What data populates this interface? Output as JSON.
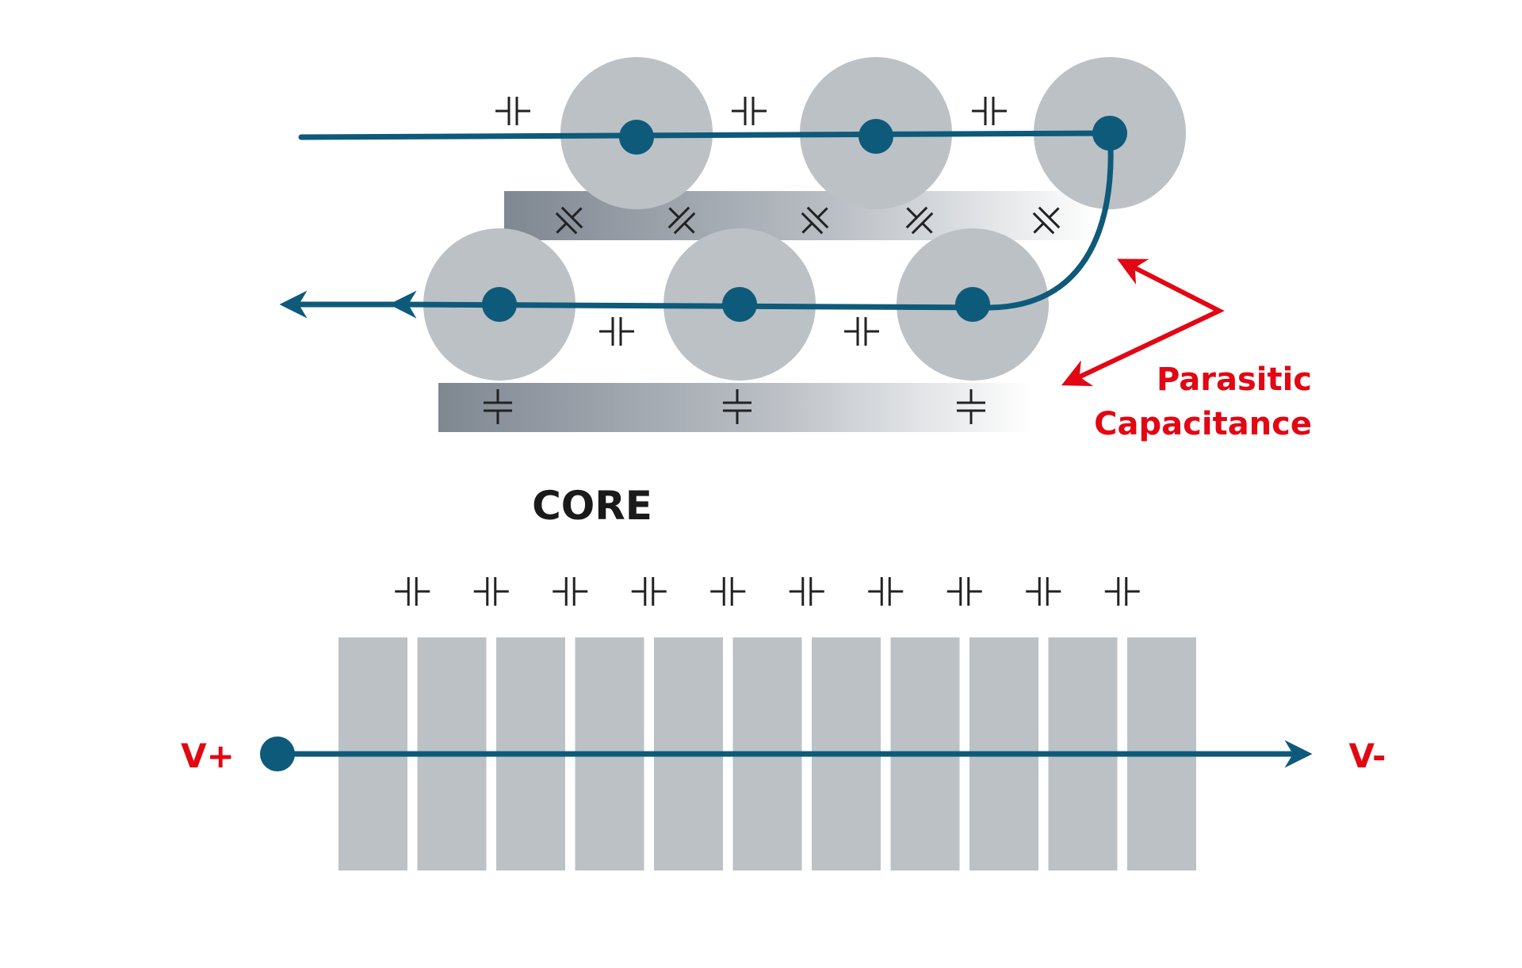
{
  "labels": {
    "parasitic_line1": "Parasitic",
    "parasitic_line2": "Capacitance",
    "core": "CORE",
    "v_plus": "V+",
    "v_minus": "V-"
  },
  "colors": {
    "wire": "#0e5a7a",
    "turn": "#bcc1c6",
    "annotation": "#e30613",
    "capacitor_symbol": "#222222",
    "core_bar_dark": "#7f8791",
    "core_bar_light": "#ffffff"
  },
  "components": {
    "upper_winding_layer_turns": 3,
    "lower_winding_layer_turns": 3,
    "core_segments": 11,
    "turn_to_turn_capacitors_upper": 3,
    "turn_to_turn_capacitors_lower": 2,
    "layer_to_layer_capacitors": 5,
    "turn_to_core_capacitors": 3,
    "segment_capacitors": 10
  }
}
